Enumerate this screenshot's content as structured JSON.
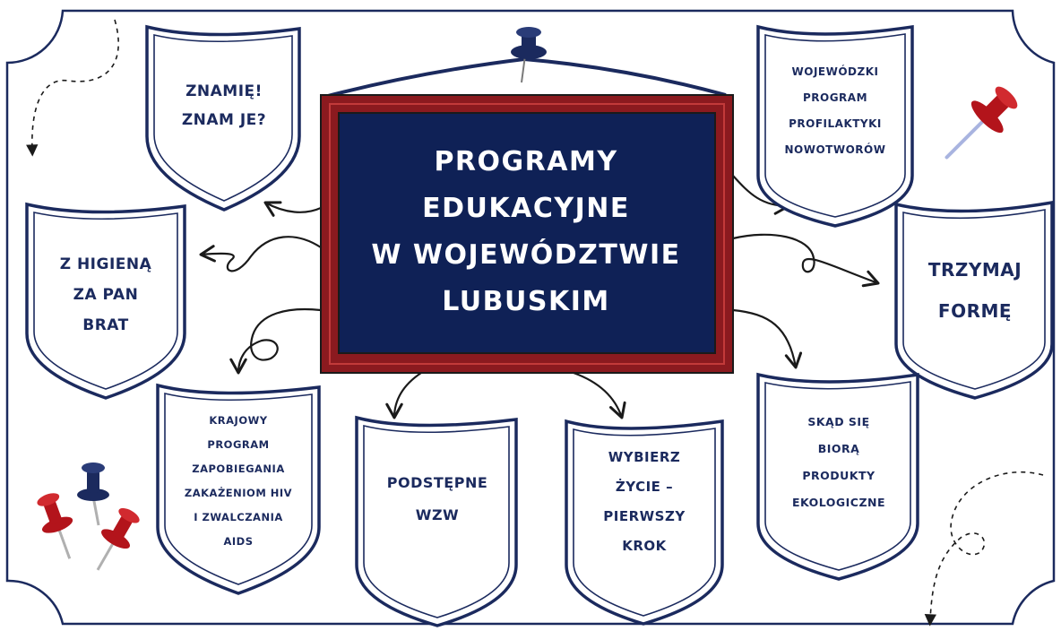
{
  "colors": {
    "navy": "#1b2a5e",
    "board_frame": "#8b1a1f",
    "board_fill": "#0f2156",
    "pin_red": "#b3141b",
    "pin_navy": "#1b2a5e"
  },
  "board": {
    "lines": [
      "PROGRAMY",
      "EDUKACYJNE",
      "W WOJEWÓDZTWIE",
      "LUBUSKIM"
    ]
  },
  "shields": {
    "znamie": {
      "lines": [
        "ZNAMIĘ!",
        "ZNAM JE?"
      ]
    },
    "higiena": {
      "lines": [
        "Z HIGIENĄ",
        "ZA PAN",
        "BRAT"
      ]
    },
    "hiv": {
      "lines": [
        "KRAJOWY",
        "PROGRAM",
        "ZAPOBIEGANIA",
        "ZAKAŻENIOM HIV",
        "I ZWALCZANIA",
        "AIDS"
      ]
    },
    "wzw": {
      "lines": [
        "PODSTĘPNE",
        "WZW"
      ]
    },
    "wybierz": {
      "lines": [
        "WYBIERZ",
        "ŻYCIE –",
        "PIERWSZY",
        "KROK"
      ]
    },
    "nowotwory": {
      "lines": [
        "WOJEWÓDZKI",
        "PROGRAM",
        "PROFILAKTYKI",
        "NOWOTWORÓW"
      ]
    },
    "forma": {
      "lines": [
        "TRZYMAJ",
        "FORMĘ"
      ]
    },
    "ekologiczne": {
      "lines": [
        "SKĄD SIĘ",
        "BIORĄ",
        "PRODUKTY",
        "EKOLOGICZNE"
      ]
    }
  }
}
